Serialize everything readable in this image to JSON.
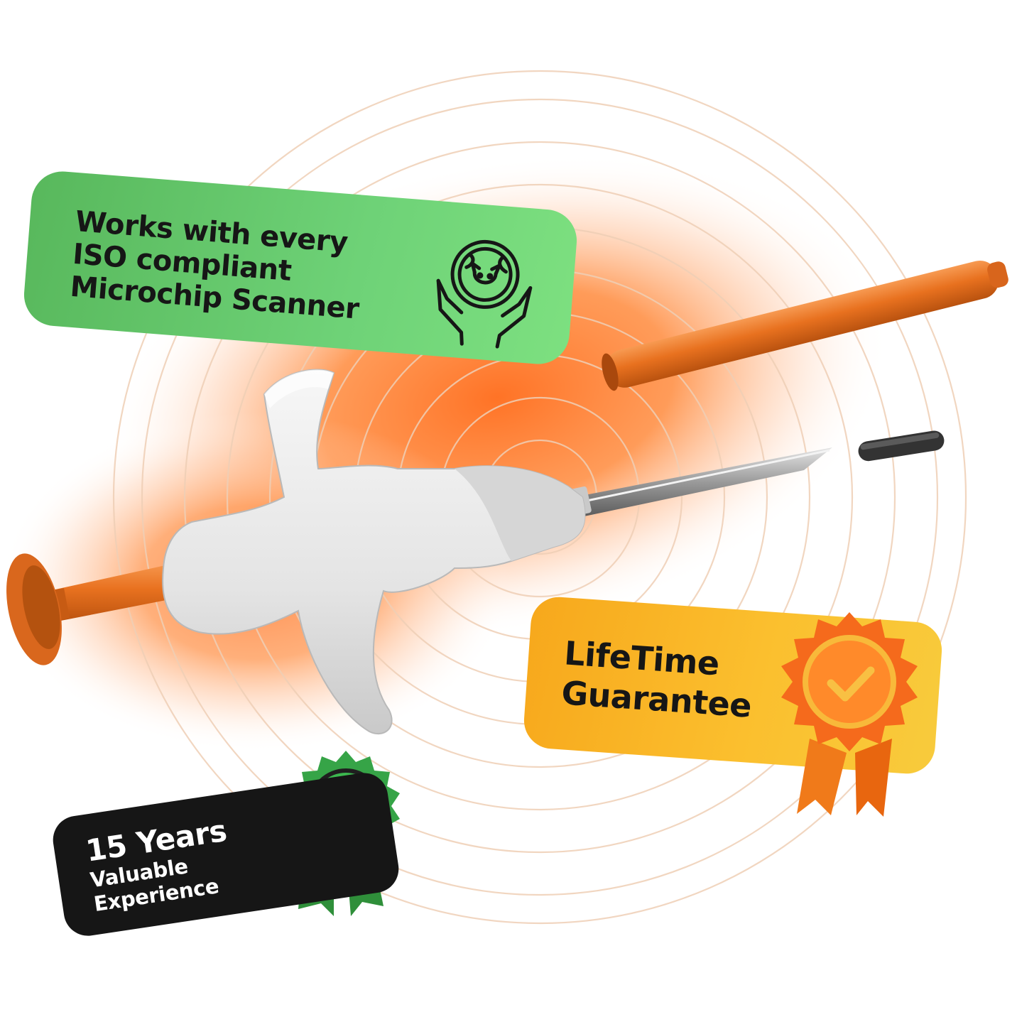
{
  "colors": {
    "background": "#ffffff",
    "glow": "#ff7a2e",
    "rings": "#f1d4c0",
    "green_card": "#6ed277",
    "yellow_card": "#fbbf2e",
    "black_card": "#161616",
    "syringe_body": "#e9e9e9",
    "plunger": "#e8711f",
    "chip": "#3a3a3a",
    "needle": "#b8b8b8",
    "green_rosette": "#2e9a3e",
    "orange_rosette": "#f06a1e"
  },
  "badges": {
    "iso": {
      "lines": [
        "Works with every",
        "ISO compliant",
        "Microchip Scanner"
      ],
      "icon": "globe-cat-in-hands-icon"
    },
    "guarantee": {
      "lines": [
        "LifeTime",
        "Guarantee"
      ],
      "icon": "orange-award-rosette-check-icon"
    },
    "experience": {
      "line1": "15 Years",
      "line2": "Valuable",
      "line3": "Experience",
      "icon": "green-award-rosette-check-icon"
    }
  },
  "product": {
    "parts": [
      "needle-cap",
      "microchip",
      "syringe-applicator",
      "plunger"
    ]
  }
}
